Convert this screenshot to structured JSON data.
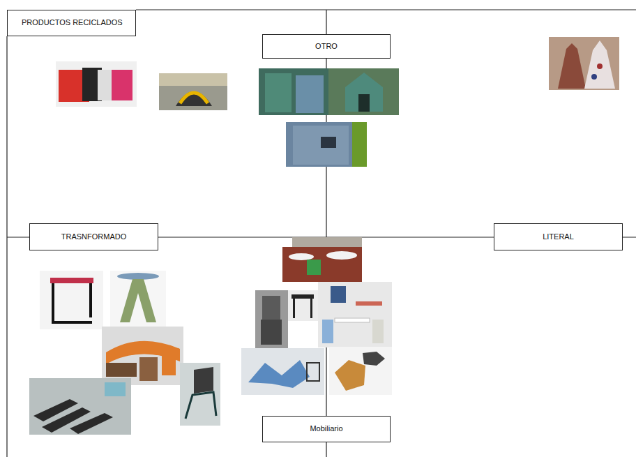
{
  "diagram": {
    "nodes": [
      {
        "text": [
          "PRODUCTOS RECICLADOS"
        ]
      },
      {
        "text": [
          "OTRO"
        ]
      },
      {
        "text": [
          "TRASNFORMADO"
        ]
      },
      {
        "text": [
          "LITERAL"
        ]
      },
      {
        "text": [
          "Mobiliario"
        ]
      }
    ]
  }
}
